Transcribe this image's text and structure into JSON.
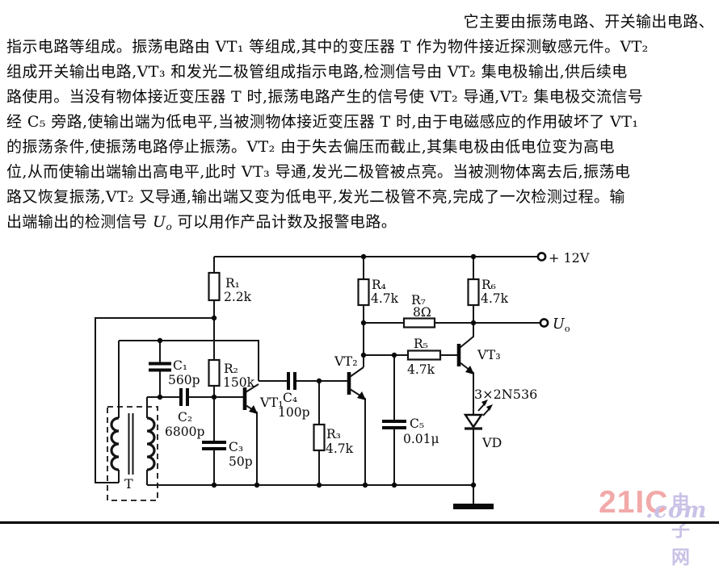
{
  "paragraph": {
    "line1": "它主要由振荡电路、开关输出电路、",
    "line2": "指示电路等组成。振荡电路由 VT₁ 等组成,其中的变压器 T 作为物件接近探测敏感元件。VT₂",
    "line3": "组成开关输出电路,VT₃ 和发光二极管组成指示电路,检测信号由 VT₂ 集电极输出,供后续电",
    "line4": "路使用。当没有物体接近变压器 T 时,振荡电路产生的信号使 VT₂ 导通,VT₂ 集电极交流信号",
    "line5": "经 C₅ 旁路,使输出端为低电平,当被测物体接近变压器 T 时,由于电磁感应的作用破坏了 VT₁",
    "line6": "的振荡条件,使振荡电路停止振荡。VT₂ 由于失去偏压而截止,其集电极由低电位变为高电",
    "line7": "位,从而使输出端输出高电平,此时 VT₃ 导通,发光二极管被点亮。当被测物体离去后,振荡电",
    "line8": "路又恢复振荡,VT₂ 又导通,输出端又变为低电平,发光二极管不亮,完成了一次检测过程。输",
    "line9_pre": "出端输出的检测信号 ",
    "line9_sym": "U",
    "line9_sub": "o",
    "line9_post": " 可以用作产品计数及报警电路。"
  },
  "circuit": {
    "supply_label": "+ 12V",
    "output_main": "U",
    "output_sub": "o",
    "transformer_label": "T",
    "led_label": "VD",
    "transistors": {
      "vt1": "VT₁",
      "vt2": "VT₂",
      "vt3": "VT₃",
      "vt3_type": "3×2N536"
    },
    "resistors": {
      "r1": {
        "name": "R₁",
        "value": "2.2k"
      },
      "r2": {
        "name": "R₂",
        "value": "150k"
      },
      "r3": {
        "name": "R₃",
        "value": "4.7k"
      },
      "r4": {
        "name": "R₄",
        "value": "4.7k"
      },
      "r5": {
        "name": "R₅",
        "value": "4.7k"
      },
      "r6": {
        "name": "R₆",
        "value": "4.7k"
      },
      "r7": {
        "name": "R₇",
        "value": "8Ω"
      }
    },
    "capacitors": {
      "c1": {
        "name": "C₁",
        "value": "560p"
      },
      "c2": {
        "name": "C₂",
        "value": "6800p"
      },
      "c3": {
        "name": "C₃",
        "value": "50p"
      },
      "c4": {
        "name": "C₄",
        "value": "100p"
      },
      "c5": {
        "name": "C₅",
        "value": "0.01μ"
      }
    }
  },
  "watermark": {
    "brand": "21IC",
    "site": "电子网",
    "domain": ".com",
    "brand_color": "#f2a9a9",
    "site_color": "#c9c1e6"
  }
}
